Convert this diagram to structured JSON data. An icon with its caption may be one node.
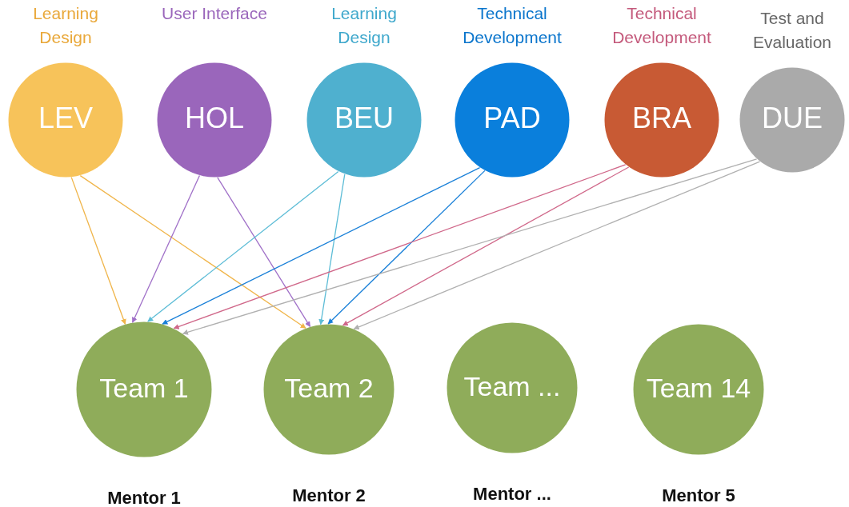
{
  "diagram": {
    "nodes": [
      {
        "text": [
          "Learning Design",
          "LEV"
        ]
      },
      {
        "text": [
          "User Interface",
          "HOL"
        ]
      },
      {
        "text": [
          "Learning Design",
          "BEU"
        ]
      },
      {
        "text": [
          "Technical Development",
          "PAD"
        ]
      },
      {
        "text": [
          "Technical Development",
          "BRA"
        ]
      },
      {
        "text": [
          "Test and Evaluation",
          "DUE"
        ]
      },
      {
        "text": [
          "Team 1"
        ],
        "beside": [
          "Mentor 1"
        ]
      },
      {
        "text": [
          "Team 2"
        ],
        "beside": [
          "Mentor 2"
        ]
      },
      {
        "text": [
          "Team ..."
        ],
        "beside": [
          "Mentor ..."
        ]
      },
      {
        "text": [
          "Team 14"
        ],
        "beside": [
          "Mentor 5"
        ]
      }
    ],
    "edges": [
      {
        "from": 0,
        "to": 6,
        "arrow": "to",
        "color": "#f0b54a"
      },
      {
        "from": 0,
        "to": 7,
        "arrow": "to",
        "color": "#f0b54a"
      },
      {
        "from": 1,
        "to": 6,
        "arrow": "to",
        "color": "#a070c8"
      },
      {
        "from": 1,
        "to": 7,
        "arrow": "to",
        "color": "#a070c8"
      },
      {
        "from": 2,
        "to": 6,
        "arrow": "to",
        "color": "#5cbcd6"
      },
      {
        "from": 2,
        "to": 7,
        "arrow": "to",
        "color": "#5cbcd6"
      },
      {
        "from": 3,
        "to": 6,
        "arrow": "to",
        "color": "#1a80d8"
      },
      {
        "from": 3,
        "to": 7,
        "arrow": "to",
        "color": "#1a80d8"
      },
      {
        "from": 4,
        "to": 6,
        "arrow": "to",
        "color": "#d0688a"
      },
      {
        "from": 4,
        "to": 7,
        "arrow": "to",
        "color": "#d0688a"
      },
      {
        "from": 5,
        "to": 6,
        "arrow": "to",
        "color": "#b0b0b0"
      },
      {
        "from": 5,
        "to": 7,
        "arrow": "to",
        "color": "#b0b0b0"
      }
    ]
  }
}
